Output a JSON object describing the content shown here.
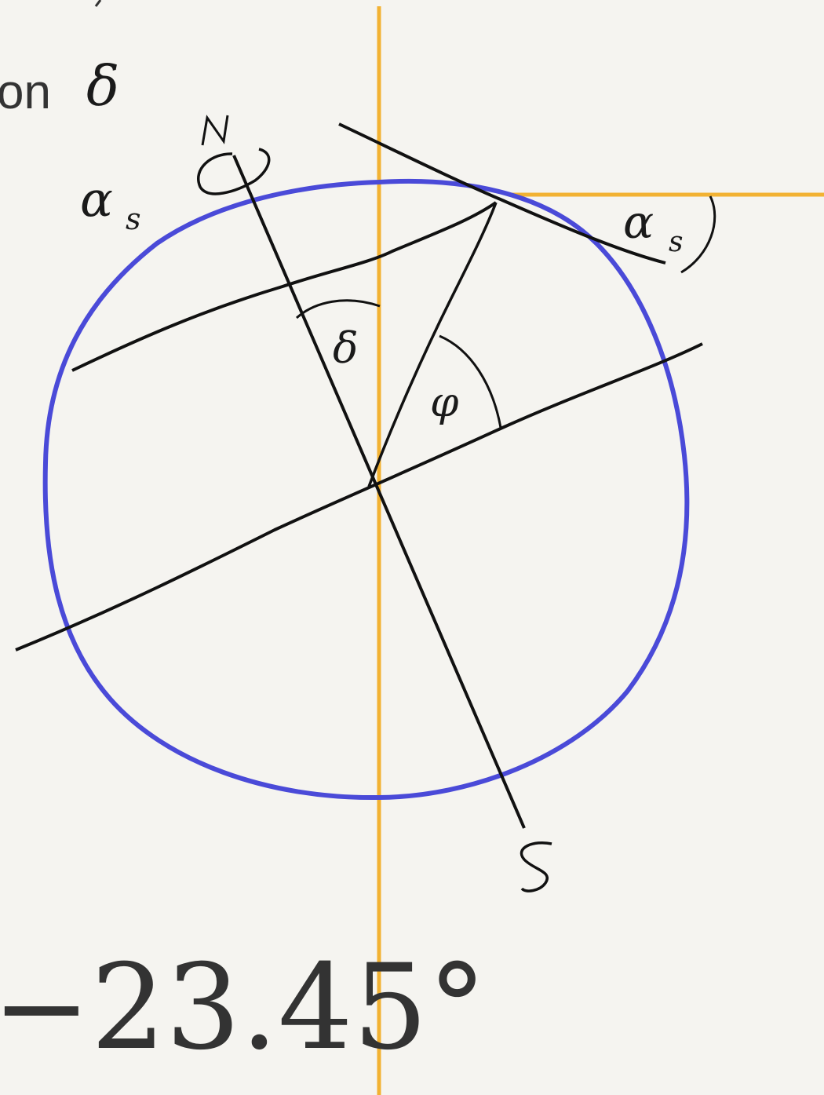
{
  "header": {
    "partial_word": "on",
    "declination_symbol": "δ"
  },
  "labels": {
    "north": "N",
    "south": "S",
    "alpha_s_left": "α",
    "alpha_s_left_sub": "s",
    "alpha_s_right": "α",
    "alpha_s_right_sub": "s",
    "delta": "δ",
    "phi": "φ"
  },
  "value": {
    "text": "−23.45°"
  },
  "colors": {
    "background": "#f5f4f0",
    "earth_outline": "#4a4ad8",
    "reference_lines": "#f2b233",
    "ink": "#111111"
  }
}
